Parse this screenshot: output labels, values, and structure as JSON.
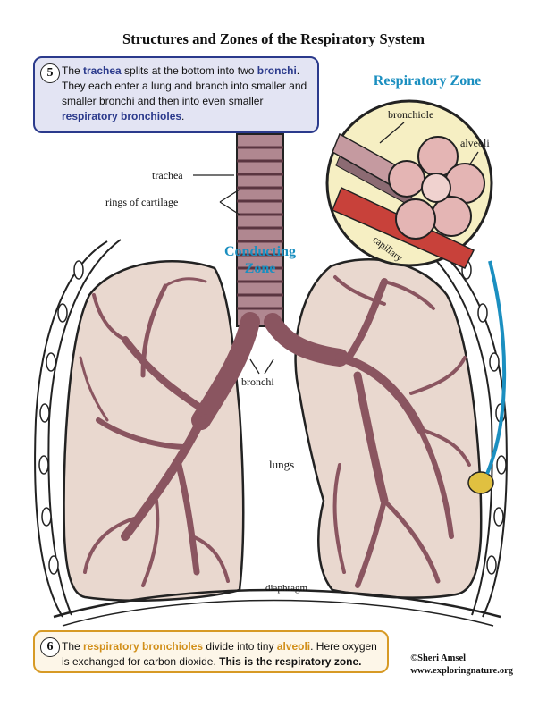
{
  "title": "Structures and Zones of the Respiratory System",
  "callout5": {
    "number": "5",
    "t1": "The ",
    "trachea": "trachea",
    "t2": " splits at the bottom into two ",
    "bronchi": "bronchi",
    "t3": ". They each enter a lung and branch into smaller and smaller bronchi and then into even smaller ",
    "resp_bronchioles": "respiratory bronchioles",
    "t4": "."
  },
  "callout6": {
    "number": "6",
    "t1": "The ",
    "resp_bronchioles": "respiratory bronchioles",
    "t2": " divide into tiny ",
    "alveoli": "alveoli",
    "t3": ". Here oxygen is exchanged for carbon dioxide. ",
    "bold": "This is the respiratory zone."
  },
  "labels": {
    "trachea": "trachea",
    "rings": "rings of cartilage",
    "conducting_line1": "Conducting",
    "conducting_line2": "Zone",
    "respiratory_zone": "Respiratory Zone",
    "bronchiole": "bronchiole",
    "alveoli": "alveoli",
    "capillary": "capillary",
    "bronchi": "bronchi",
    "lungs": "lungs",
    "diaphragm": "diaphragm"
  },
  "credit": {
    "line1": "©Sheri Amsel",
    "line2": "www.exploringnature.org"
  },
  "colors": {
    "callout5_border": "#2b3a8c",
    "callout6_border": "#d79a25",
    "zone_blue": "#1b8fc0",
    "lung_fill": "#e9d8cf",
    "airway": "#8a5560"
  }
}
